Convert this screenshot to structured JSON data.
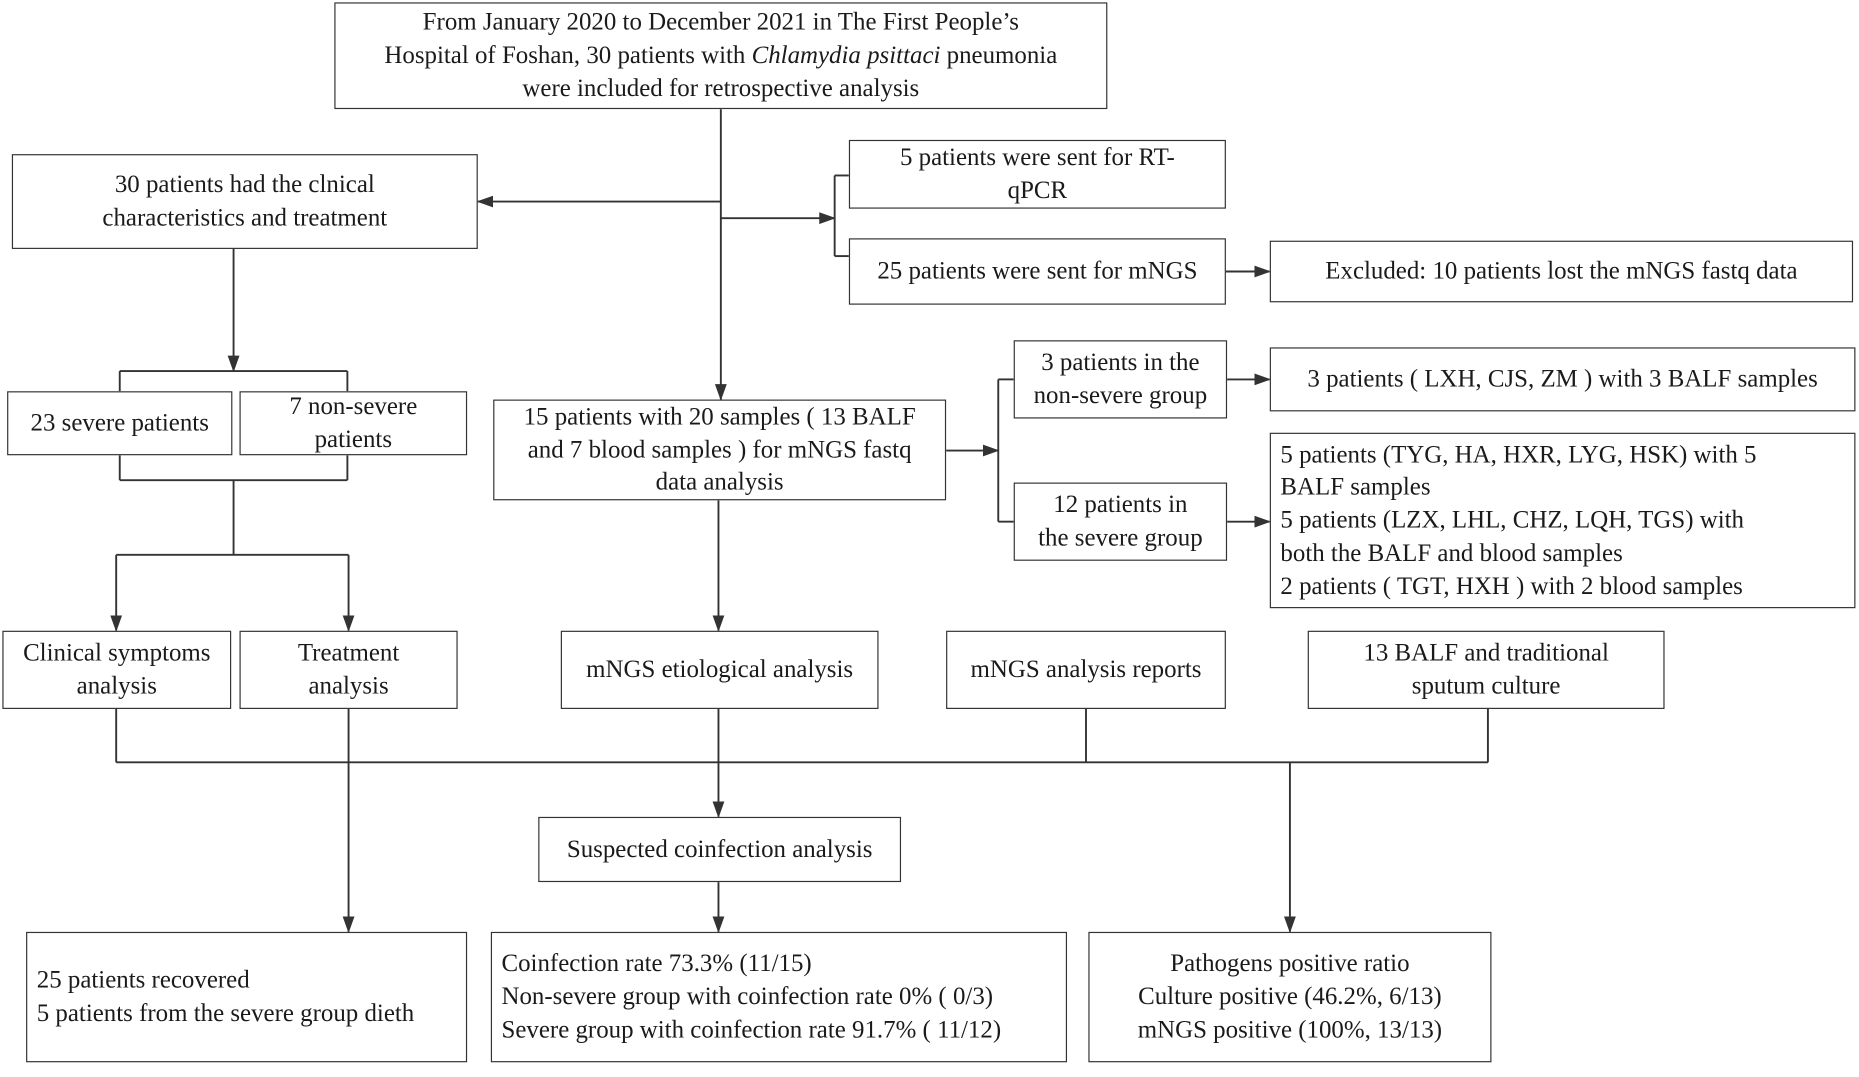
{
  "boxes": {
    "inclusion": {
      "line1": "From  January 2020 to December 2021 in The First People’s",
      "line2": "Hospital  of  Foshan, 30 patients with ",
      "line2_italic": "Chlamydia psittaci",
      "line2_end": " pneumonia",
      "line3": "were included for retrospective analysis"
    },
    "clinical": {
      "lines": [
        "30 patients had the clnical",
        "characteristics and treatment"
      ]
    },
    "rtqpcr": {
      "lines": [
        "5 patients were sent for RT-",
        "qPCR"
      ]
    },
    "mngs_sent": {
      "lines": [
        "25 patients were sent for mNGS"
      ]
    },
    "excluded": {
      "lines": [
        "Excluded: 10 patients lost the  mNGS fastq data"
      ]
    },
    "severe": {
      "lines": [
        "23 severe patients"
      ]
    },
    "nonsevere": {
      "lines": [
        "7 non-severe",
        "patients"
      ]
    },
    "samples": {
      "lines": [
        "15 patients with 20 samples ( 13 BALF",
        "and 7 blood samples ) for mNGS fastq",
        "data analysis"
      ]
    },
    "nonsevere_group": {
      "lines": [
        "3 patients in the",
        "non-severe group"
      ]
    },
    "nonsevere_detail": {
      "lines": [
        "3 patients ( LXH, CJS, ZM ) with 3 BALF samples"
      ]
    },
    "severe_group": {
      "lines": [
        "12 patients in",
        "the severe group"
      ]
    },
    "severe_detail": {
      "lines": [
        "5 patients (TYG, HA, HXR, LYG, HSK)  with 5",
        "BALF samples",
        "5 patients (LZX, LHL, CHZ, LQH, TGS)  with",
        "both the BALF and blood samples",
        "2 patients ( TGT, HXH ) with 2 blood samples"
      ]
    },
    "symptoms": {
      "lines": [
        "Clinical symptoms",
        "analysis"
      ]
    },
    "treatment": {
      "lines": [
        "Treatment",
        "analysis"
      ]
    },
    "etiology": {
      "lines": [
        "mNGS etiological analysis"
      ]
    },
    "reports": {
      "lines": [
        "mNGS analysis reports"
      ]
    },
    "culture": {
      "lines": [
        "13 BALF and  traditional",
        "sputum culture"
      ]
    },
    "coinfection": {
      "lines": [
        "Suspected coinfection analysis"
      ]
    },
    "outcome": {
      "lines": [
        "25 patients recovered",
        "5 patients from the severe group dieth"
      ]
    },
    "rates": {
      "lines": [
        "Coinfection rate 73.3% (11/15)",
        "Non-severe group with coinfection rate 0% ( 0/3)",
        "Severe group with coinfection rate 91.7% ( 11/12)"
      ]
    },
    "positive": {
      "lines": [
        "Pathogens positive ratio",
        "Culture positive (46.2%, 6/13)",
        "mNGS positive (100%, 13/13)"
      ]
    }
  }
}
